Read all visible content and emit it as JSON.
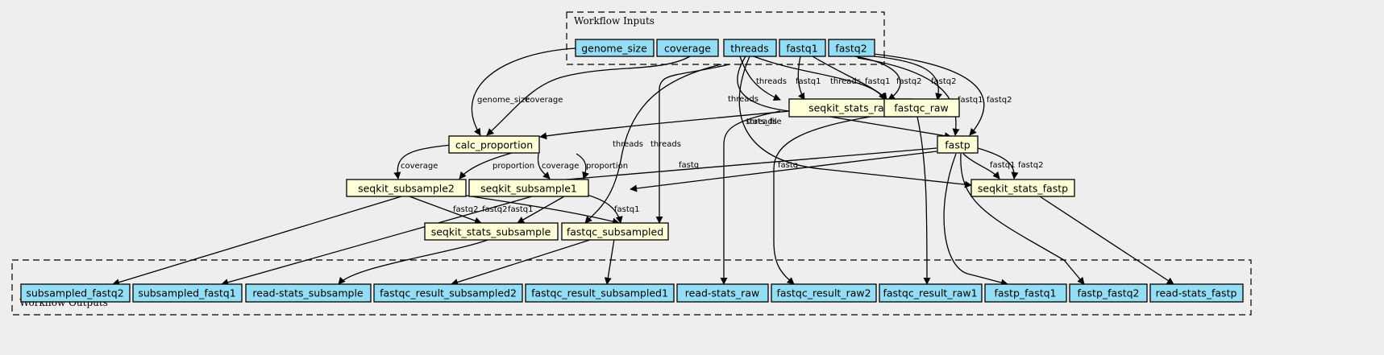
{
  "clusters": {
    "inputs_label": "Workflow Inputs",
    "outputs_label": "Workflow Outputs"
  },
  "inputs": [
    {
      "id": "genome_size",
      "label": "genome_size"
    },
    {
      "id": "coverage",
      "label": "coverage"
    },
    {
      "id": "threads",
      "label": "threads"
    },
    {
      "id": "fastq1",
      "label": "fastq1"
    },
    {
      "id": "fastq2",
      "label": "fastq2"
    }
  ],
  "steps": [
    {
      "id": "seqkit_stats_raw",
      "label": "seqkit_stats_raw"
    },
    {
      "id": "fastqc_raw",
      "label": "fastqc_raw"
    },
    {
      "id": "calc_proportion",
      "label": "calc_proportion"
    },
    {
      "id": "fastp",
      "label": "fastp"
    },
    {
      "id": "seqkit_subsample2",
      "label": "seqkit_subsample2"
    },
    {
      "id": "seqkit_subsample1",
      "label": "seqkit_subsample1"
    },
    {
      "id": "seqkit_stats_fastp",
      "label": "seqkit_stats_fastp"
    },
    {
      "id": "seqkit_stats_subsample",
      "label": "seqkit_stats_subsample"
    },
    {
      "id": "fastqc_subsampled",
      "label": "fastqc_subsampled"
    }
  ],
  "outputs": [
    {
      "id": "subsampled_fastq2",
      "label": "subsampled_fastq2"
    },
    {
      "id": "subsampled_fastq1",
      "label": "subsampled_fastq1"
    },
    {
      "id": "read-stats_subsample",
      "label": "read-stats_subsample"
    },
    {
      "id": "fastqc_result_subsampled2",
      "label": "fastqc_result_subsampled2"
    },
    {
      "id": "fastqc_result_subsampled1",
      "label": "fastqc_result_subsampled1"
    },
    {
      "id": "read-stats_raw",
      "label": "read-stats_raw"
    },
    {
      "id": "fastqc_result_raw2",
      "label": "fastqc_result_raw2"
    },
    {
      "id": "fastqc_result_raw1",
      "label": "fastqc_result_raw1"
    },
    {
      "id": "fastp_fastq1",
      "label": "fastp_fastq1"
    },
    {
      "id": "fastp_fastq2",
      "label": "fastp_fastq2"
    },
    {
      "id": "read-stats_fastp",
      "label": "read-stats_fastp"
    }
  ],
  "edges": [
    {
      "from": "genome_size",
      "to": "calc_proportion",
      "label": "genome_size"
    },
    {
      "from": "coverage",
      "to": "calc_proportion",
      "label": "coverage"
    },
    {
      "from": "threads",
      "to": "seqkit_stats_raw",
      "label": "threads"
    },
    {
      "from": "fastq1",
      "to": "seqkit_stats_raw",
      "label": "fastq1"
    },
    {
      "from": "threads",
      "to": "fastqc_raw",
      "label": "threads"
    },
    {
      "from": "fastq1",
      "to": "fastqc_raw",
      "label": "fastq1"
    },
    {
      "from": "fastq2",
      "to": "fastqc_raw",
      "label": "fastq2"
    },
    {
      "from": "fastq2",
      "to": "seqkit_stats_raw",
      "label": "fastq2"
    },
    {
      "from": "threads",
      "to": "fastp",
      "label": "threads"
    },
    {
      "from": "fastq1",
      "to": "fastp",
      "label": "fastq1"
    },
    {
      "from": "fastq2",
      "to": "fastp",
      "label": "fastq2"
    },
    {
      "from": "seqkit_stats_raw",
      "to": "calc_proportion",
      "label": "stats_file"
    },
    {
      "from": "threads",
      "to": "seqkit_stats_fastp",
      "label": "threads"
    },
    {
      "from": "threads",
      "to": "seqkit_stats_subsample",
      "label": "threads"
    },
    {
      "from": "threads",
      "to": "fastqc_subsampled",
      "label": "threads"
    },
    {
      "from": "calc_proportion",
      "to": "seqkit_subsample2",
      "label": "coverage"
    },
    {
      "from": "calc_proportion",
      "to": "seqkit_subsample2",
      "label": "proportion"
    },
    {
      "from": "calc_proportion",
      "to": "seqkit_subsample1",
      "label": "coverage"
    },
    {
      "from": "calc_proportion",
      "to": "seqkit_subsample1",
      "label": "proportion"
    },
    {
      "from": "fastp",
      "to": "seqkit_subsample2",
      "label": "fastq"
    },
    {
      "from": "fastp",
      "to": "seqkit_subsample1",
      "label": "fastq"
    },
    {
      "from": "fastp",
      "to": "seqkit_stats_fastp",
      "label": "fastq1"
    },
    {
      "from": "fastp",
      "to": "seqkit_stats_fastp",
      "label": "fastq2"
    },
    {
      "from": "seqkit_subsample2",
      "to": "seqkit_stats_subsample",
      "label": "fastq2"
    },
    {
      "from": "seqkit_subsample1",
      "to": "seqkit_stats_subsample",
      "label": "fastq1"
    },
    {
      "from": "seqkit_subsample2",
      "to": "fastqc_subsampled",
      "label": "fastq2"
    },
    {
      "from": "seqkit_subsample1",
      "to": "fastqc_subsampled",
      "label": "fastq1"
    },
    {
      "from": "seqkit_subsample2",
      "to": "subsampled_fastq2",
      "label": ""
    },
    {
      "from": "seqkit_subsample1",
      "to": "subsampled_fastq1",
      "label": ""
    },
    {
      "from": "seqkit_stats_subsample",
      "to": "read-stats_subsample",
      "label": ""
    },
    {
      "from": "fastqc_subsampled",
      "to": "fastqc_result_subsampled2",
      "label": ""
    },
    {
      "from": "fastqc_subsampled",
      "to": "fastqc_result_subsampled1",
      "label": ""
    },
    {
      "from": "seqkit_stats_raw",
      "to": "read-stats_raw",
      "label": ""
    },
    {
      "from": "fastqc_raw",
      "to": "fastqc_result_raw2",
      "label": ""
    },
    {
      "from": "fastqc_raw",
      "to": "fastqc_result_raw1",
      "label": ""
    },
    {
      "from": "fastp",
      "to": "fastp_fastq1",
      "label": ""
    },
    {
      "from": "fastp",
      "to": "fastp_fastq2",
      "label": ""
    },
    {
      "from": "seqkit_stats_fastp",
      "to": "read-stats_fastp",
      "label": ""
    }
  ]
}
